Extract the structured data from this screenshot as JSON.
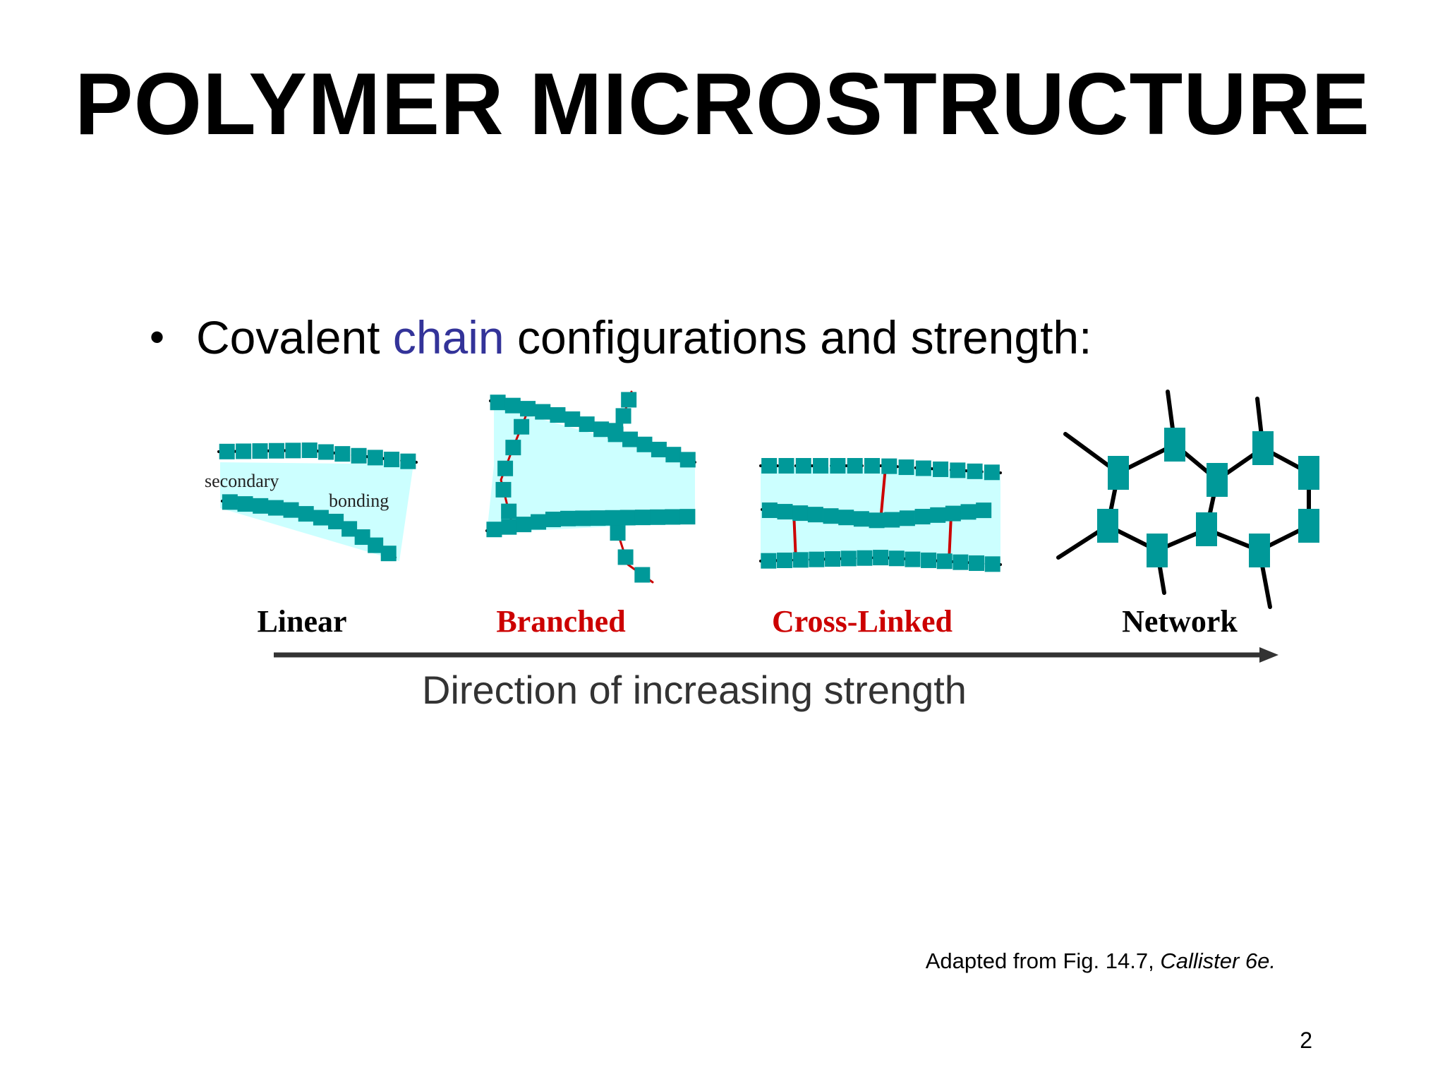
{
  "slide": {
    "title": "POLYMER MICROSTRUCTURE",
    "bullet": {
      "symbol": "•",
      "text_before": "Covalent ",
      "highlight": "chain",
      "text_after": " configurations and strength:",
      "highlight_color": "#333399"
    },
    "figure": {
      "annotations": {
        "secondary": "secondary",
        "bonding": "bonding"
      },
      "labels": [
        {
          "text": "Linear",
          "color": "#000000"
        },
        {
          "text": "Branched",
          "color": "#cc0000"
        },
        {
          "text": "Cross-Linked",
          "color": "#cc0000"
        },
        {
          "text": "Network",
          "color": "#000000"
        }
      ],
      "arrow_caption": "Direction of increasing strength",
      "colors": {
        "bead": "#009999",
        "region": "#ccffff",
        "chain": "#000000",
        "crosslink": "#cc0000",
        "arrow": "#333333"
      }
    },
    "source": {
      "prefix": "Adapted from Fig. 14.7, ",
      "book": "Callister 6e."
    },
    "page_number": "2"
  }
}
